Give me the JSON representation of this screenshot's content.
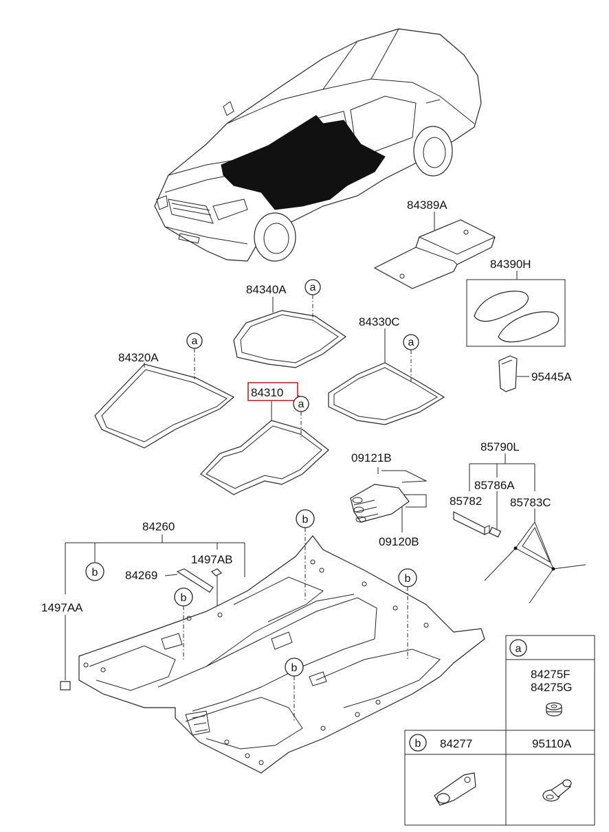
{
  "labels": {
    "p84389A": "84389A",
    "p84390H": "84390H",
    "p95445A": "95445A",
    "p84340A": "84340A",
    "p84330C": "84330C",
    "p84320A": "84320A",
    "p84310": "84310",
    "p09121B": "09121B",
    "p09120B": "09120B",
    "p85790L": "85790L",
    "p85786A": "85786A",
    "p85782": "85782",
    "p85783C": "85783C",
    "p84260": "84260",
    "p84269": "84269",
    "p1497AB": "1497AB",
    "p1497AA": "1497AA"
  },
  "callouts": {
    "a": "a",
    "b": "b"
  },
  "legend": {
    "a_key": "a",
    "a_parts_1": "84275F",
    "a_parts_2": "84275G",
    "b_key": "b",
    "b_part": "84277",
    "c_part": "95110A"
  },
  "highlight_color": "#e0161b"
}
